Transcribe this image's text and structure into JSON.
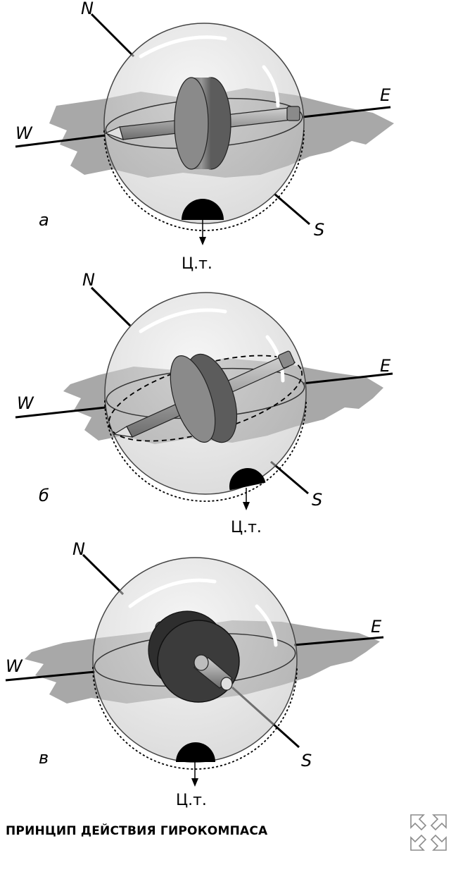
{
  "caption": "ПРИНЦИП ДЕЙСТВИЯ ГИРОКОМПАСА",
  "directions": {
    "north": "N",
    "south": "S",
    "east": "E",
    "west": "W"
  },
  "center_of_gravity": "Ц.т.",
  "panels": [
    {
      "letter": "а"
    },
    {
      "letter": "б"
    },
    {
      "letter": "в"
    }
  ],
  "icons": {
    "expand": "expand-arrows-icon"
  }
}
